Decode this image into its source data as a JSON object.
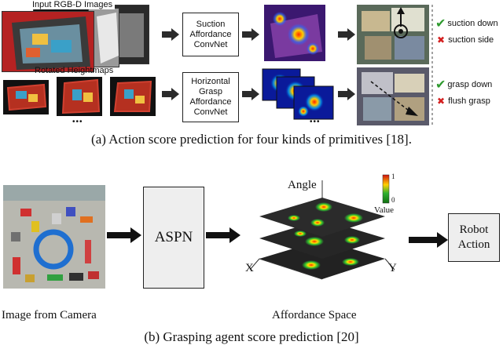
{
  "panel_a": {
    "input_label": "Input RGB-D Images",
    "heightmap_label": "Rotated Heightmaps",
    "ellipsis_top": "•••",
    "ellipsis_bottom": "•••",
    "suction_net": "Suction\nAffordance\nConvNet",
    "grasp_net": "Horizontal\nGrasp\nAffordance\nConvNet",
    "suction_down": "suction down",
    "suction_side": "suction side",
    "grasp_down": "grasp down",
    "flush_grasp": "flush grasp",
    "caption": "(a) Action score prediction for four kinds of primitives [18]."
  },
  "panel_b": {
    "aspn_label": "ASPN",
    "robot_action": "Robot\nAction",
    "angle_label": "Angle",
    "x_label": "X",
    "y_label": "Y",
    "colorbar_max": "1",
    "colorbar_min": "0",
    "value_label": "Value",
    "camera_caption": "Image from Camera",
    "affordance_caption": "Affordance Space",
    "caption": "(b) Grasping agent score prediction [20]"
  },
  "colors": {
    "check": "#2e9a2e",
    "cross": "#d42020",
    "arrow": "#2b2b2b",
    "box_gray": "#eeeeee"
  }
}
